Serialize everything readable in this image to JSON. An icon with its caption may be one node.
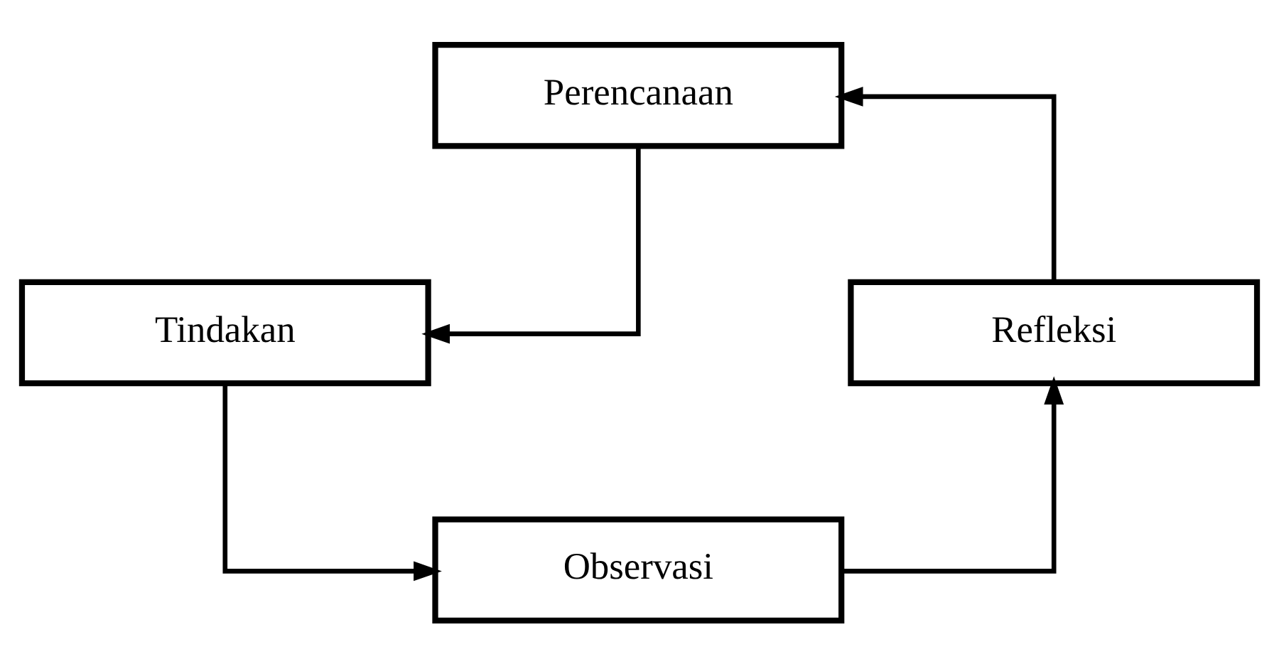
{
  "diagram": {
    "nodes": [
      {
        "text": [
          "Perencanaan"
        ]
      },
      {
        "text": [
          "Tindakan"
        ]
      },
      {
        "text": [
          "Observasi"
        ]
      },
      {
        "text": [
          "Refleksi"
        ]
      }
    ],
    "edges": [
      {
        "from": 0,
        "to": 1,
        "arrow": "to"
      },
      {
        "from": 1,
        "to": 2,
        "arrow": "to"
      },
      {
        "from": 2,
        "to": 3,
        "arrow": "to"
      },
      {
        "from": 3,
        "to": 0,
        "arrow": "to"
      }
    ]
  }
}
